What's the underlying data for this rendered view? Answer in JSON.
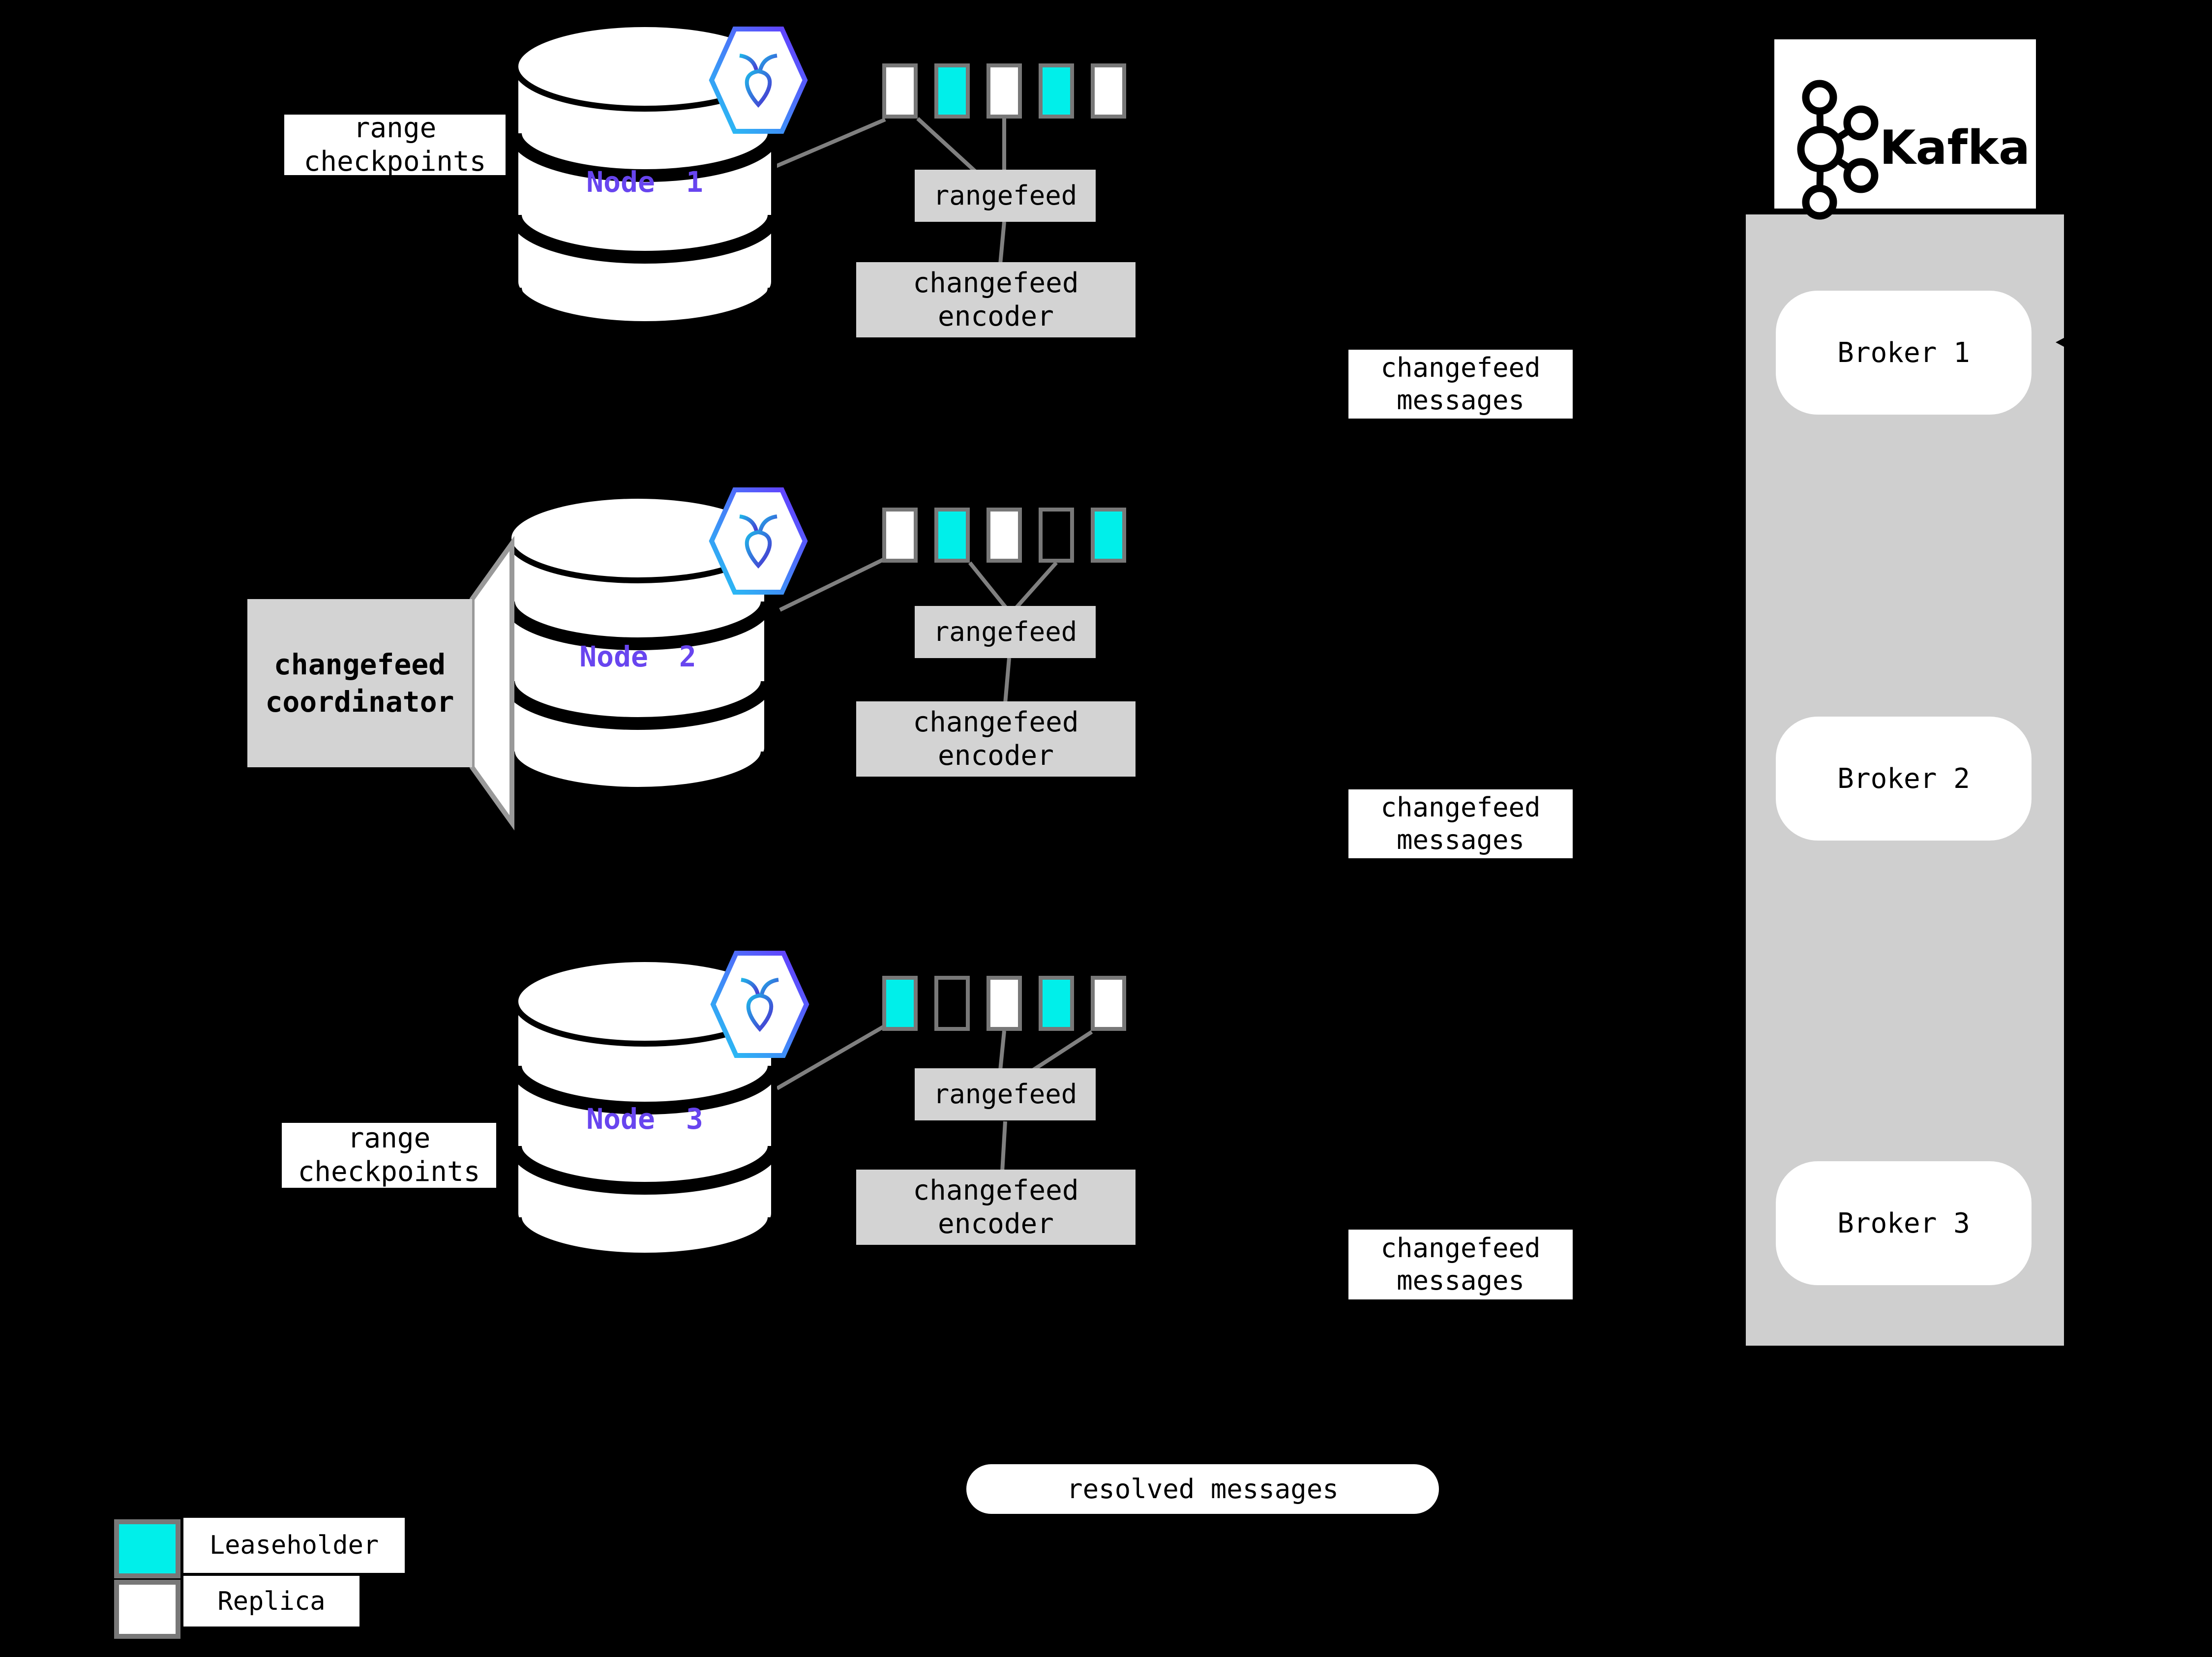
{
  "colors": {
    "leaseholder": "#00EFEA",
    "replica": "#FFFFFF",
    "none": "transparent",
    "node_label_purple": "#6845EF",
    "box_gray": "#D3D3D3",
    "container_gray": "#CFCFCF",
    "line_gray": "#808080",
    "square_border_gray": "#787878",
    "badge_gradient_start": "#24C8F2",
    "badge_gradient_end": "#6933FF"
  },
  "labels": {
    "rangefeed": "rangefeed",
    "changefeed_encoder": "changefeed\nencoder",
    "changefeed_messages": "changefeed\nmessages",
    "range_checkpoints": "range\ncheckpoints",
    "changefeed_coordinator": "changefeed\ncoordinator",
    "resolved_messages": "resolved messages"
  },
  "nodes": [
    {
      "label": "Node 1",
      "ranges": [
        "replica",
        "leaseholder",
        "replica",
        "leaseholder",
        "replica"
      ]
    },
    {
      "label": "Node 2",
      "ranges": [
        "replica",
        "leaseholder",
        "replica",
        "none",
        "leaseholder"
      ]
    },
    {
      "label": "Node 3",
      "ranges": [
        "leaseholder",
        "none",
        "replica",
        "leaseholder",
        "replica"
      ]
    }
  ],
  "kafka": {
    "title": "Kafka",
    "brokers": [
      {
        "label": "Broker 1"
      },
      {
        "label": "Broker 2"
      },
      {
        "label": "Broker 3"
      }
    ]
  },
  "legend": {
    "items": [
      {
        "label": "Leaseholder",
        "type": "leaseholder"
      },
      {
        "label": "Replica",
        "type": "replica"
      }
    ]
  }
}
